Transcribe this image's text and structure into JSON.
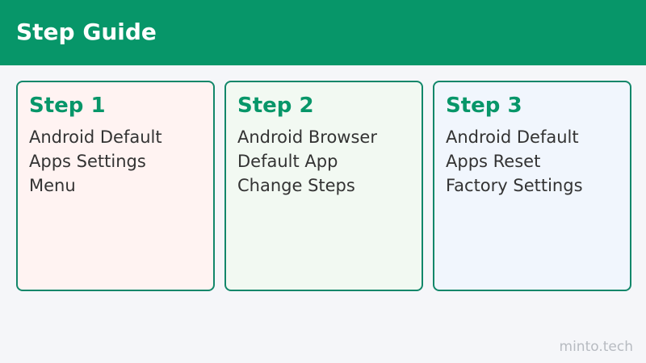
{
  "header": {
    "title": "Step Guide",
    "background": "#079669"
  },
  "cards": [
    {
      "title": "Step 1",
      "line1": "Android Default",
      "line2": "Apps Settings",
      "line3": "Menu",
      "background": "#fff3f2"
    },
    {
      "title": "Step 2",
      "line1": "Android Browser",
      "line2": "Default App",
      "line3": "Change Steps",
      "background": "#f2f9f2"
    },
    {
      "title": "Step 3",
      "line1": "Android Default",
      "line2": "Apps Reset",
      "line3": "Factory Settings",
      "background": "#f1f6fd"
    }
  ],
  "colors": {
    "accent": "#079669",
    "border": "#12876a"
  },
  "watermark": "minto.tech"
}
